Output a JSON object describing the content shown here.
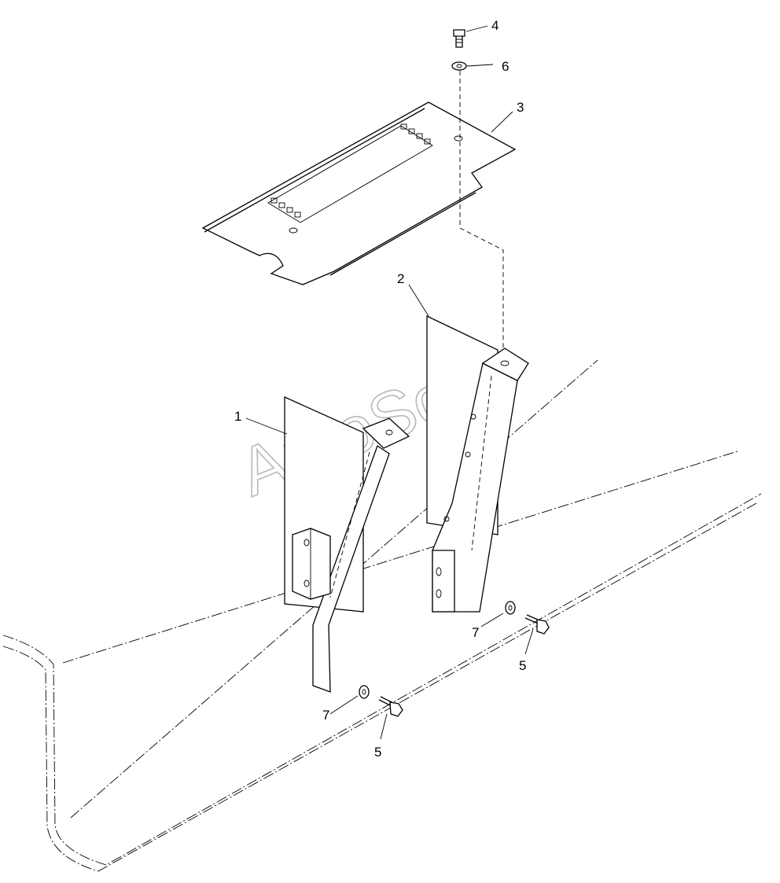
{
  "watermark": "AutoSoft",
  "callouts": {
    "p1": "1",
    "p2": "2",
    "p3": "3",
    "p4": "4",
    "p5a": "5",
    "p5b": "5",
    "p6": "6",
    "p7a": "7",
    "p7b": "7"
  },
  "colors": {
    "line": "#000000",
    "background": "#ffffff",
    "watermark": "#b8b8b8"
  }
}
